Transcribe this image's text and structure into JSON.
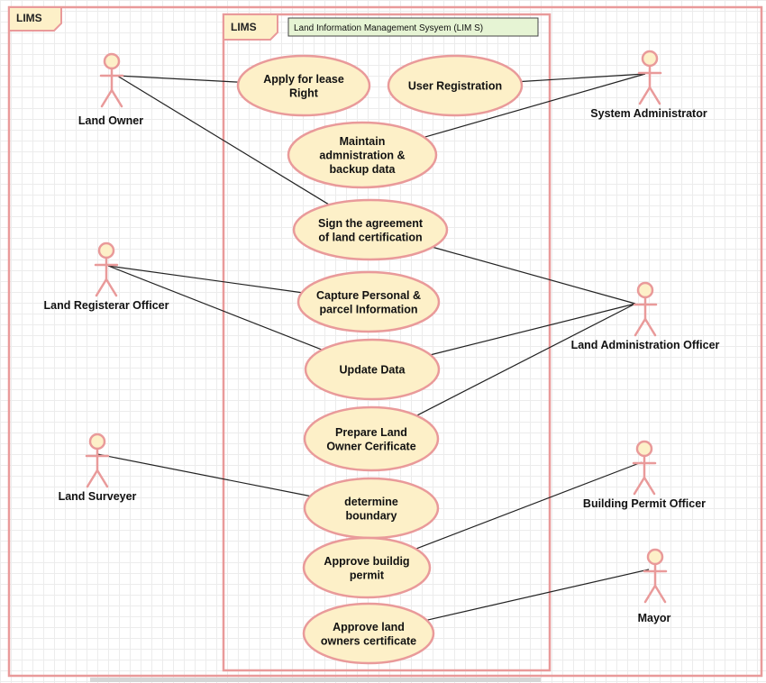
{
  "outer_tab": "LIMS",
  "system": {
    "tab": "LIMS",
    "label": "Land Information Management Sysyem (LIM S)"
  },
  "actors": [
    {
      "id": "land-owner",
      "name": "Land Owner"
    },
    {
      "id": "system-administrator",
      "name": "System Administrator"
    },
    {
      "id": "land-registerar-officer",
      "name": "Land Registerar Officer"
    },
    {
      "id": "land-administration-officer",
      "name": "Land Administration Officer"
    },
    {
      "id": "land-surveyer",
      "name": "Land Surveyer"
    },
    {
      "id": "building-permit-officer",
      "name": "Building Permit Officer"
    },
    {
      "id": "mayor",
      "name": "Mayor"
    }
  ],
  "use_cases": [
    {
      "id": "apply-lease-right",
      "lines": [
        "Apply for lease",
        "Right"
      ]
    },
    {
      "id": "user-registration",
      "lines": [
        "User Registration"
      ]
    },
    {
      "id": "maintain-admin-backup",
      "lines": [
        "Maintain",
        "admnistration &",
        "backup data"
      ]
    },
    {
      "id": "sign-agreement",
      "lines": [
        "Sign the agreement",
        "of land certification"
      ]
    },
    {
      "id": "capture-personal-parcel",
      "lines": [
        "Capture Personal &",
        "parcel Information"
      ]
    },
    {
      "id": "update-data",
      "lines": [
        "Update Data"
      ]
    },
    {
      "id": "prepare-owner-certificate",
      "lines": [
        "Prepare Land",
        "Owner Cerificate"
      ]
    },
    {
      "id": "determine-boundary",
      "lines": [
        "determine",
        "boundary"
      ]
    },
    {
      "id": "approve-building-permit",
      "lines": [
        "Approve buildig",
        "permit"
      ]
    },
    {
      "id": "approve-owners-certificate",
      "lines": [
        "Approve land",
        "owners certificate"
      ]
    }
  ],
  "associations": [
    [
      "land-owner",
      "apply-lease-right"
    ],
    [
      "land-owner",
      "sign-agreement"
    ],
    [
      "system-administrator",
      "user-registration"
    ],
    [
      "system-administrator",
      "maintain-admin-backup"
    ],
    [
      "land-registerar-officer",
      "capture-personal-parcel"
    ],
    [
      "land-registerar-officer",
      "update-data"
    ],
    [
      "land-administration-officer",
      "sign-agreement"
    ],
    [
      "land-administration-officer",
      "update-data"
    ],
    [
      "land-administration-officer",
      "prepare-owner-certificate"
    ],
    [
      "land-surveyer",
      "determine-boundary"
    ],
    [
      "building-permit-officer",
      "approve-building-permit"
    ],
    [
      "mayor",
      "approve-owners-certificate"
    ]
  ]
}
